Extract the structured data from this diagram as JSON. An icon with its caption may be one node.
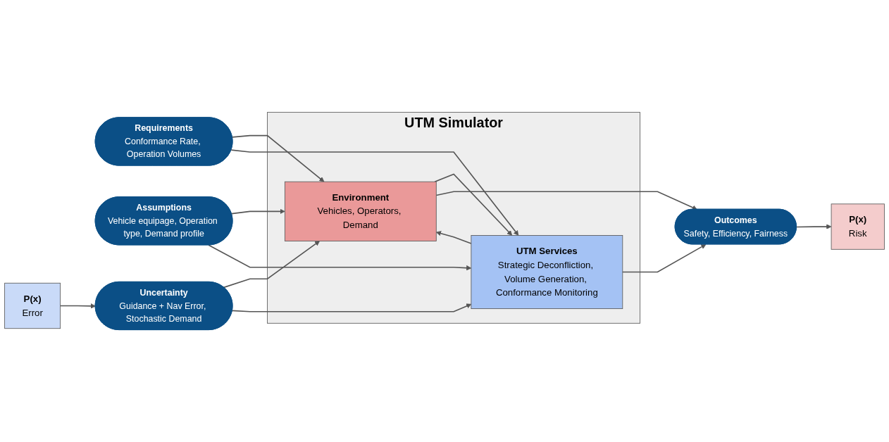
{
  "diagram": {
    "nodes": [
      {
        "text": [
          "Requirements",
          "Conformance Rate, Operation Volumes"
        ]
      },
      {
        "text": [
          "Assumptions",
          "Vehicle equipage, Operation type, Demand profile"
        ]
      },
      {
        "text": [
          "Uncertainty",
          "Guidance + Nav Error, Stochastic Demand"
        ]
      },
      {
        "text": [
          "UTM Simulator"
        ]
      },
      {
        "text": [
          "Environment",
          "Vehicles, Operators, Demand"
        ],
        "in": 3
      },
      {
        "text": [
          "UTM Services",
          "Strategic Deconfliction, Volume Generation, Conformance Monitoring"
        ],
        "in": 3
      },
      {
        "text": [
          "Outcomes",
          "Safety, Efficiency, Fairness"
        ]
      },
      {
        "text": [
          "P(x)",
          "Error"
        ]
      },
      {
        "text": [
          "P(x)",
          "Risk"
        ]
      }
    ],
    "edges": [
      {
        "from": 0,
        "to": 4,
        "arrow": "to"
      },
      {
        "from": 0,
        "to": 5,
        "arrow": "to"
      },
      {
        "from": 1,
        "to": 4,
        "arrow": "to"
      },
      {
        "from": 1,
        "to": 5,
        "arrow": "to"
      },
      {
        "from": 2,
        "to": 4,
        "arrow": "to"
      },
      {
        "from": 2,
        "to": 5,
        "arrow": "to"
      },
      {
        "from": 5,
        "to": 4,
        "arrow": "to"
      },
      {
        "from": 4,
        "to": 5,
        "arrow": "to"
      },
      {
        "from": 4,
        "to": 6,
        "arrow": "to"
      },
      {
        "from": 5,
        "to": 6,
        "arrow": "to"
      },
      {
        "from": 7,
        "to": 2,
        "arrow": "to"
      },
      {
        "from": 6,
        "to": 8,
        "arrow": "to"
      }
    ]
  }
}
